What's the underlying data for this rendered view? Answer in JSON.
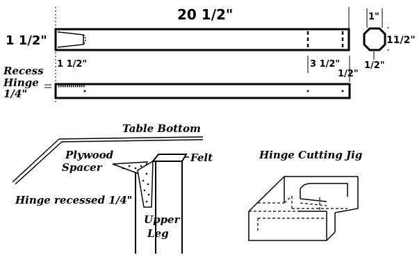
{
  "top_view": {
    "length_label": "20 1/2\"",
    "thickness_label": "1 1/2\"",
    "left_dim_label": "1 1/2\"",
    "right_dim_label": "3 1/2\"",
    "end_dim_label": "1/2\""
  },
  "end_view": {
    "width_label": "1\"",
    "height_label": "11/2\"",
    "bottom_label": "1/2\""
  },
  "side_view": {
    "recess_label_lines": [
      "Recess",
      "Hinge",
      "1/4\""
    ]
  },
  "assembly": {
    "table_bottom_label": "Table Bottom",
    "plywood_spacer_lines": [
      "Plywood",
      "Spacer"
    ],
    "felt_label": "Felt",
    "hinge_label": "Hinge recessed 1/4\"",
    "upper_leg_lines": [
      "Upper",
      "Leg"
    ]
  },
  "jig": {
    "title": "Hinge Cutting Jig"
  }
}
